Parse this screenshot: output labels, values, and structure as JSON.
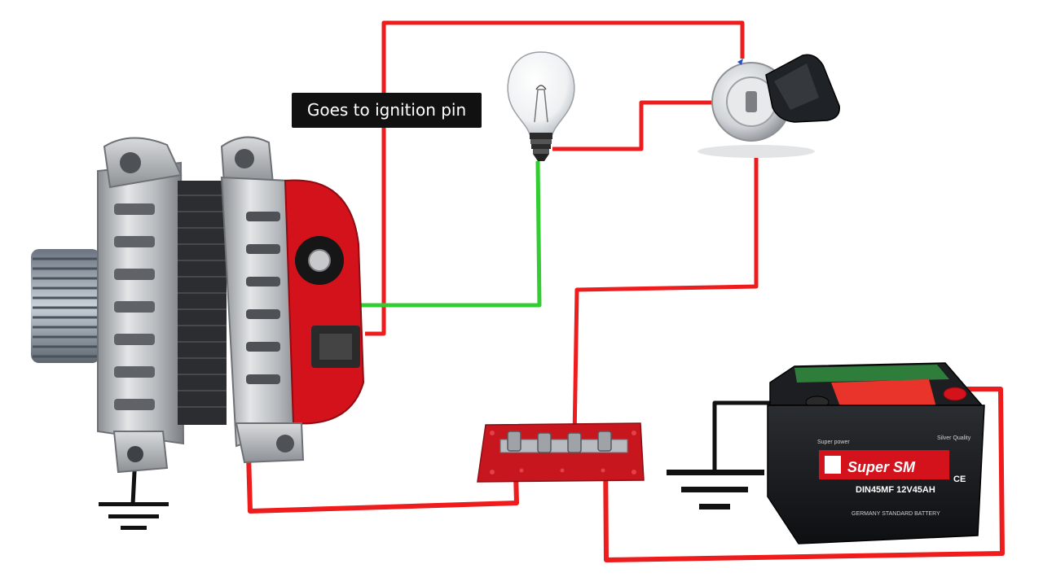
{
  "annotation": {
    "text": "Goes to ignition pin"
  },
  "battery": {
    "brand": "Super SM",
    "model": "DIN45MF  12V45AH",
    "tagline_left": "Super power",
    "tagline_right": "Silver Quality",
    "footer": "GERMANY STANDARD BATTERY",
    "ce_mark": "CE"
  },
  "wire_colors": {
    "power": "#ee1c1c",
    "signal": "#33cc33",
    "ground": "#111111"
  },
  "components": {
    "alternator": "alternator",
    "bulb": "indicator-lamp",
    "ignition": "ignition-switch",
    "busbar": "bus-bar",
    "battery": "battery",
    "grounds": 2
  }
}
